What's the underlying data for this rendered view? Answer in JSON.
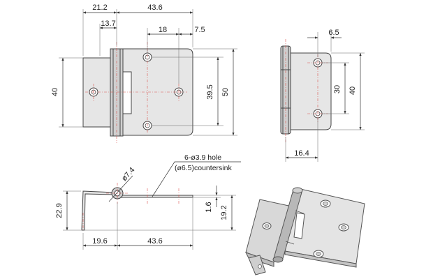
{
  "front_view": {
    "dim_top_left": "21.2",
    "dim_top_right": "43.6",
    "dim_knuckle": "13.7",
    "dim_hole_pitch": "18",
    "dim_edge": "7.5",
    "dim_height_left": "40",
    "dim_hole_vertical": "39.5",
    "dim_height_right": "50"
  },
  "side_view": {
    "dim_edge": "6.5",
    "dim_hole_pitch": "30",
    "dim_height": "40",
    "dim_width": "16.4"
  },
  "bottom_view": {
    "dim_pin_dia": "ø7.4",
    "note_line1": "6-ø3.9 hole",
    "note_line2": "(ø6.5)countersink",
    "dim_height": "22.9",
    "dim_thickness": "1.6",
    "dim_offset": "19.2",
    "dim_left_width": "19.6",
    "dim_right_width": "43.6"
  },
  "iso_view": {
    "label": "isometric hinge view"
  }
}
